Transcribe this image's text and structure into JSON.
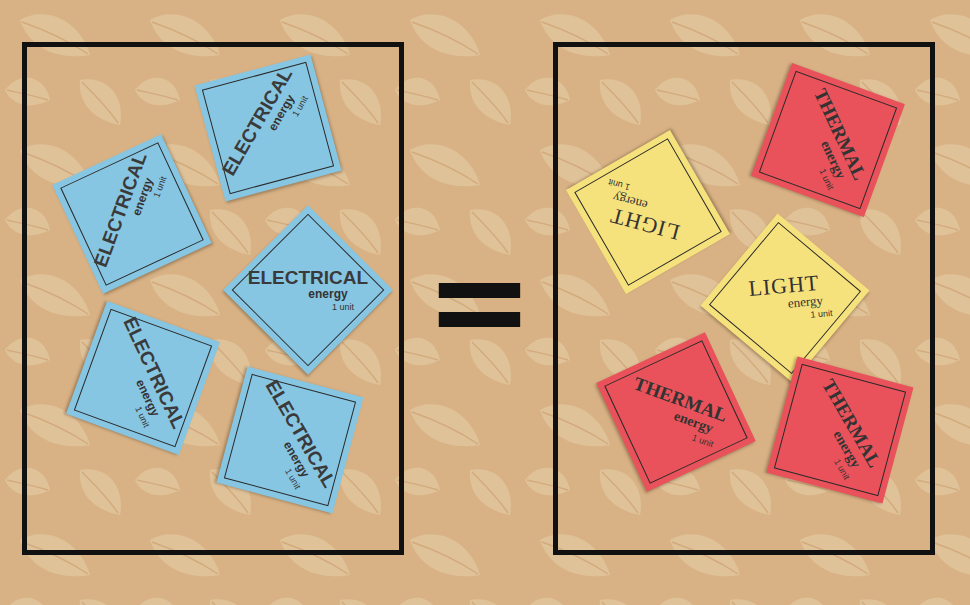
{
  "diagram": {
    "nodes": [
      {
        "text": []
      },
      {
        "text": [
          "ELECTRICAL",
          "energy",
          "1 unit"
        ],
        "in": 0
      },
      {
        "text": [
          "ELECTRICAL",
          "energy",
          "1 unit"
        ],
        "in": 0
      },
      {
        "text": [
          "ELECTRICAL",
          "energy",
          "1 unit"
        ],
        "in": 0
      },
      {
        "text": [
          "ELECTRICAL",
          "energy",
          "1 unit"
        ],
        "in": 0
      },
      {
        "text": [
          "ELECTRICAL",
          "energy",
          "1 unit"
        ],
        "in": 0
      },
      {
        "text": []
      },
      {
        "text": [
          "LIGHT",
          "energy",
          "1 unit"
        ],
        "in": 6
      },
      {
        "text": [
          "THERMAL",
          "energy",
          "1 unit"
        ],
        "in": 6
      },
      {
        "text": [
          "LIGHT",
          "energy",
          "1 unit"
        ],
        "in": 6
      },
      {
        "text": [
          "THERMAL",
          "energy",
          "1 unit"
        ],
        "in": 6
      },
      {
        "text": [
          "THERMAL",
          "energy",
          "1 unit"
        ],
        "in": 6
      }
    ],
    "labels": [
      "="
    ]
  }
}
